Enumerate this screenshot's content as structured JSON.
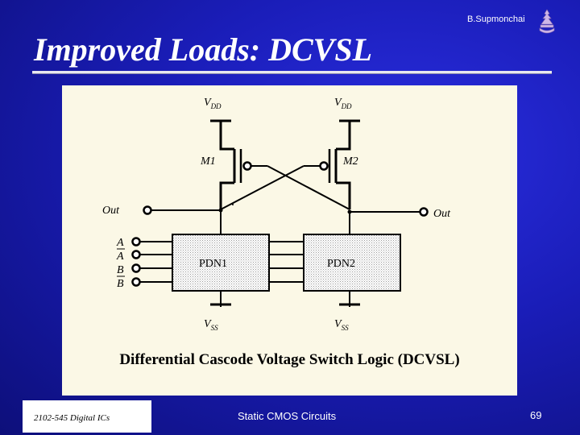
{
  "header": {
    "author": "B.Supmonchai",
    "title": "Improved Loads: DCVSL"
  },
  "figure": {
    "vdd_left": "V",
    "vdd_left_sub": "DD",
    "vdd_right": "V",
    "vdd_right_sub": "DD",
    "m1": "M1",
    "m2": "M2",
    "out_left": "Out",
    "out_right": "Out",
    "inputs": [
      "A",
      "A",
      "B",
      "B"
    ],
    "pdn1": "PDN1",
    "pdn2": "PDN2",
    "vss_left": "V",
    "vss_left_sub": "SS",
    "vss_right": "V",
    "vss_right_sub": "SS",
    "caption": "Differential Cascode Voltage Switch Logic (DCVSL)"
  },
  "footer": {
    "course": "2102-545 Digital ICs",
    "topic": "Static CMOS Circuits",
    "page": "69"
  }
}
